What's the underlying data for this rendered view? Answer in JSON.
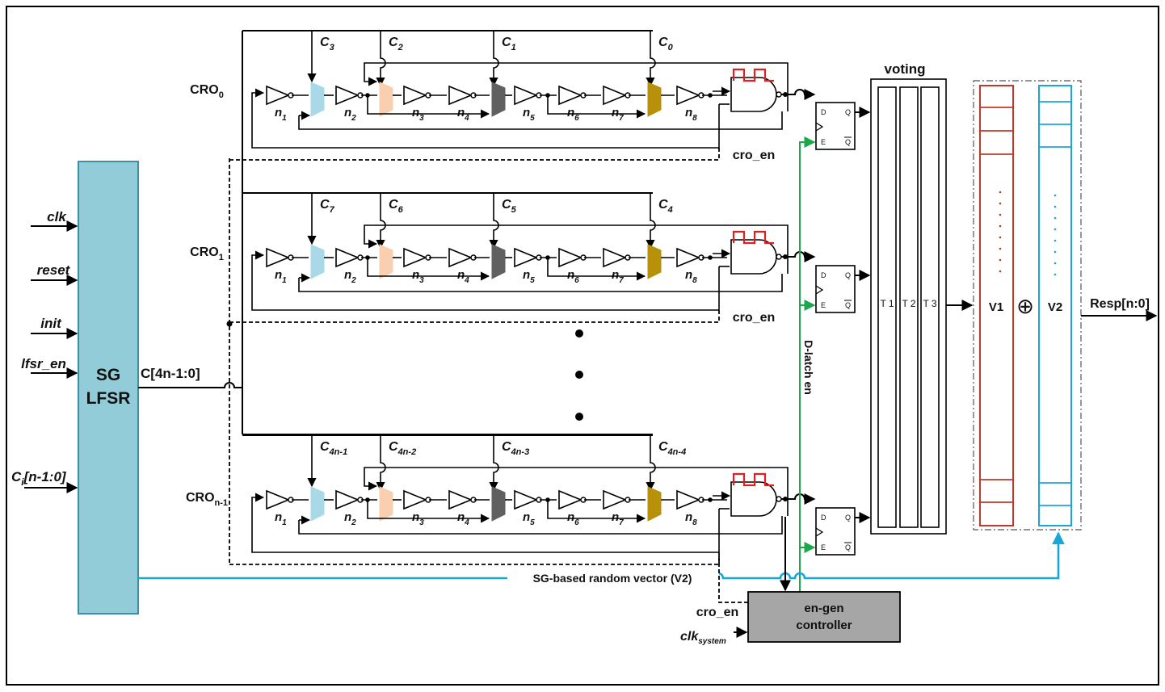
{
  "lfsr": {
    "title_line1": "SG",
    "title_line2": "LFSR",
    "inputs": [
      "clk",
      "reset",
      "init",
      "lfsr_en"
    ],
    "ci_base": "C",
    "ci_sub": "i",
    "ci_rest": "[n-1:0]",
    "output_label": "C[4n-1:0]"
  },
  "cros": [
    {
      "label": "CRO",
      "sub": "0",
      "ctrl": [
        {
          "base": "C",
          "sub": "3"
        },
        {
          "base": "C",
          "sub": "2"
        },
        {
          "base": "C",
          "sub": "1"
        },
        {
          "base": "C",
          "sub": "0"
        }
      ],
      "en_label": "cro_en"
    },
    {
      "label": "CRO",
      "sub": "1",
      "ctrl": [
        {
          "base": "C",
          "sub": "7"
        },
        {
          "base": "C",
          "sub": "6"
        },
        {
          "base": "C",
          "sub": "5"
        },
        {
          "base": "C",
          "sub": "4"
        }
      ],
      "en_label": "cro_en"
    },
    {
      "label": "CRO",
      "sub": "n-1",
      "ctrl": [
        {
          "base": "C",
          "sub": "4n-1"
        },
        {
          "base": "C",
          "sub": "4n-2"
        },
        {
          "base": "C",
          "sub": "4n-3"
        },
        {
          "base": "C",
          "sub": "4n-4"
        }
      ],
      "en_label": ""
    }
  ],
  "inverters": [
    {
      "base": "n",
      "sub": "1"
    },
    {
      "base": "n",
      "sub": "2"
    },
    {
      "base": "n",
      "sub": "3"
    },
    {
      "base": "n",
      "sub": "4"
    },
    {
      "base": "n",
      "sub": "5"
    },
    {
      "base": "n",
      "sub": "6"
    },
    {
      "base": "n",
      "sub": "7"
    },
    {
      "base": "n",
      "sub": "8"
    }
  ],
  "mux_colors": [
    "#a9d9e8",
    "#f9cfb0",
    "#606060",
    "#b8900a"
  ],
  "latch": {
    "d": "D",
    "q": "Q",
    "e": "E",
    "qbar": "Q"
  },
  "dlatch_en": "D-latch en",
  "voting": {
    "title": "voting",
    "columns": [
      "T 1",
      "T 2",
      "T 3"
    ]
  },
  "vectors": {
    "v1": "V1",
    "v2": "V2",
    "xor": "⊕",
    "v1_color": "#c0392b",
    "v2_color": "#19a6d8"
  },
  "resp": "Resp[n:0]",
  "random_vector": "SG-based random vector (V2)",
  "controller": {
    "line1": "en-gen",
    "line2": "controller",
    "cro_en": "cro_en",
    "clk_base": "clk",
    "clk_sub": "system"
  },
  "colors": {
    "lfsr_fill": "#92ccd9",
    "lfsr_stroke": "#3a8fa3",
    "controller_fill": "#a6a6a6",
    "green_wire": "#1aa84a",
    "blue_wire": "#19a6d8",
    "square_wave": "#e02020"
  }
}
